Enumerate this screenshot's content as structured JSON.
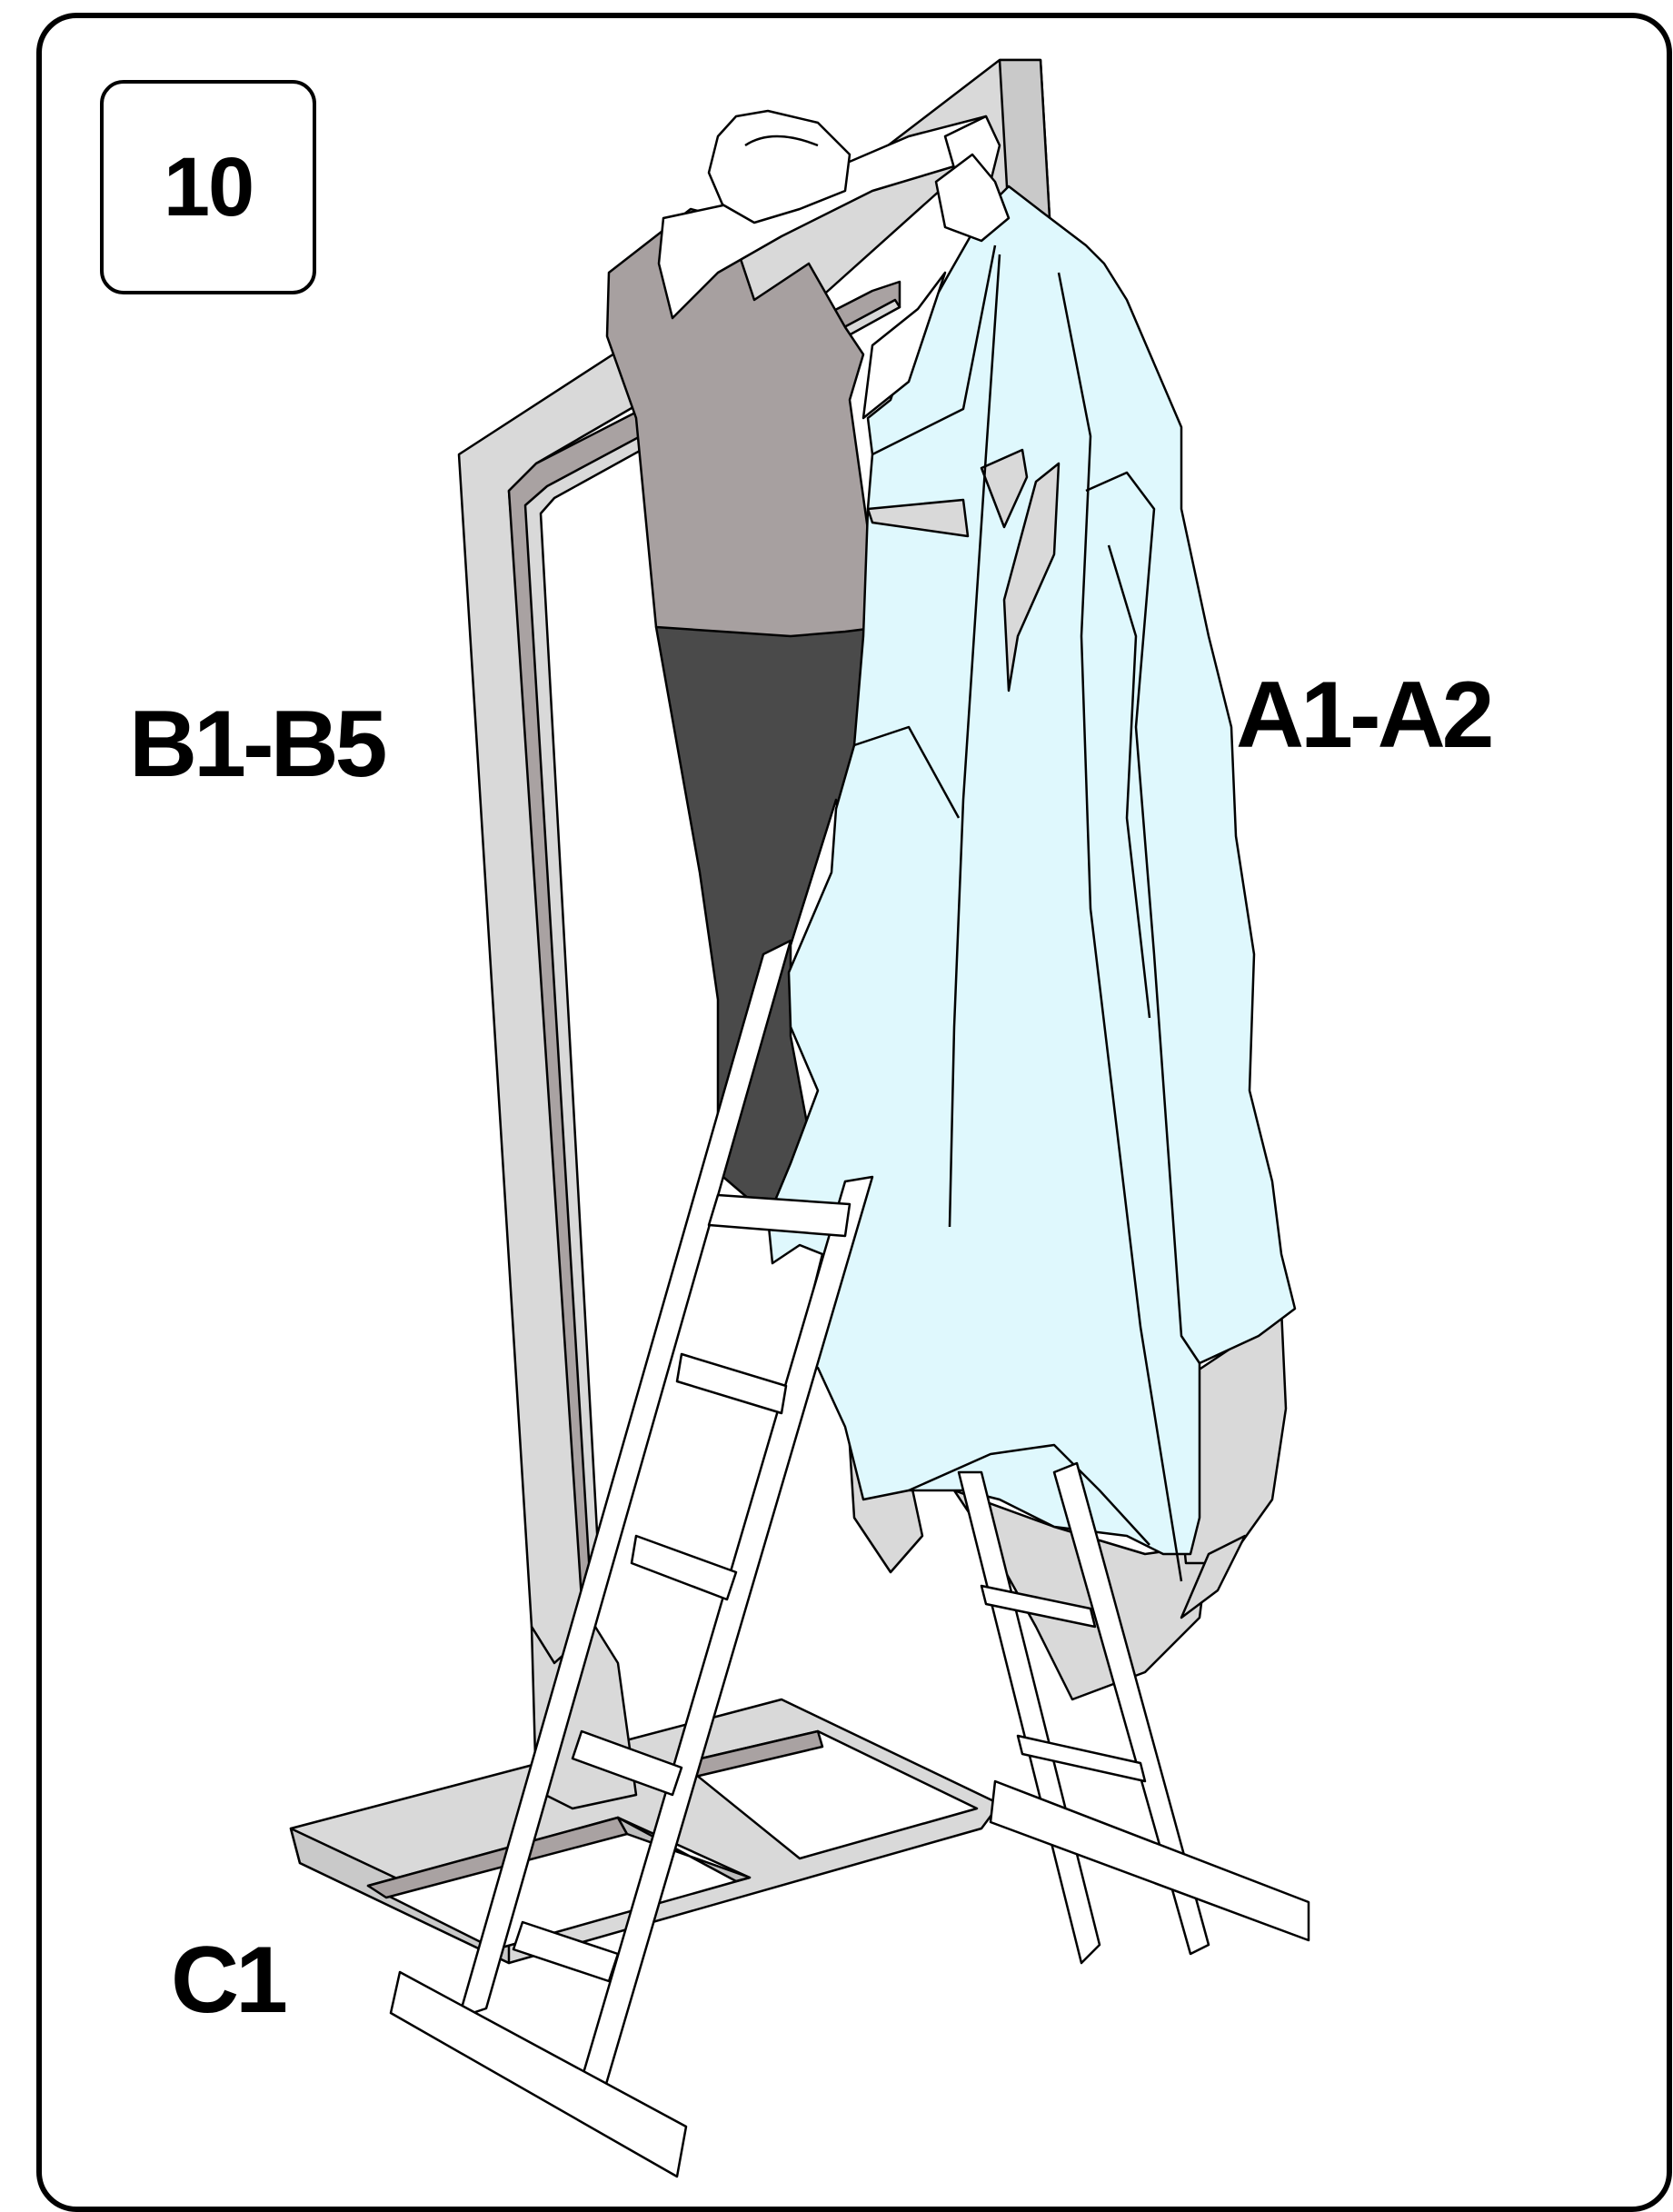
{
  "step": {
    "number": "10"
  },
  "labels": {
    "frame": "B1-B5",
    "cover": "A1-A2",
    "base": "C1"
  },
  "colors": {
    "frame_gray": "#d9d9d9",
    "frame_inner": "#a9a2a2",
    "shirt": "#a7a0a0",
    "trousers": "#4a4a4a",
    "cover": "#dff8fd",
    "cover_lining": "#d9d9d9",
    "outline": "#000000"
  }
}
